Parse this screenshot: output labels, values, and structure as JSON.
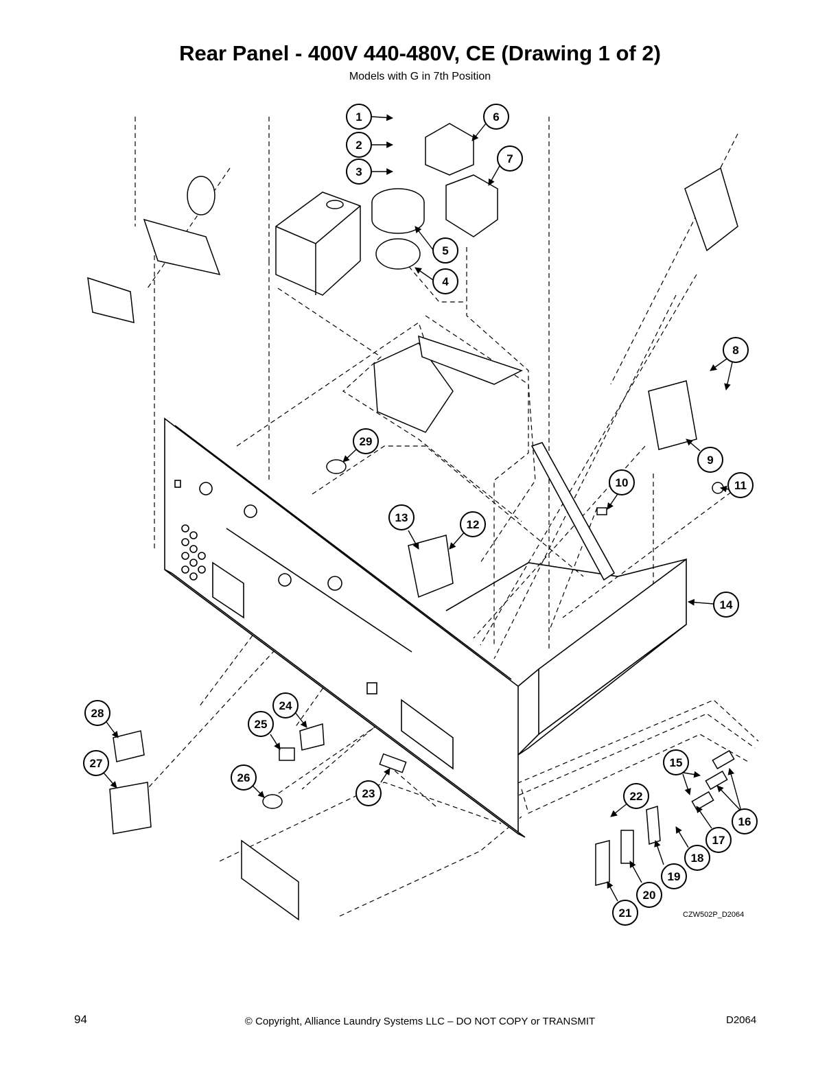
{
  "header": {
    "title": "Rear Panel - 400V 440-480V, CE (Drawing 1 of 2)",
    "subtitle": "Models with G in 7th Position"
  },
  "drawing": {
    "code": "CZW502P_D2064",
    "callouts": [
      "1",
      "2",
      "3",
      "4",
      "5",
      "6",
      "7",
      "8",
      "9",
      "10",
      "11",
      "12",
      "13",
      "14",
      "15",
      "16",
      "17",
      "18",
      "19",
      "20",
      "21",
      "22",
      "23",
      "24",
      "25",
      "26",
      "27",
      "28",
      "29"
    ]
  },
  "footer": {
    "page_number": "94",
    "copyright": "© Copyright, Alliance Laundry Systems LLC – DO NOT COPY or TRANSMIT",
    "doc_id": "D2064"
  }
}
